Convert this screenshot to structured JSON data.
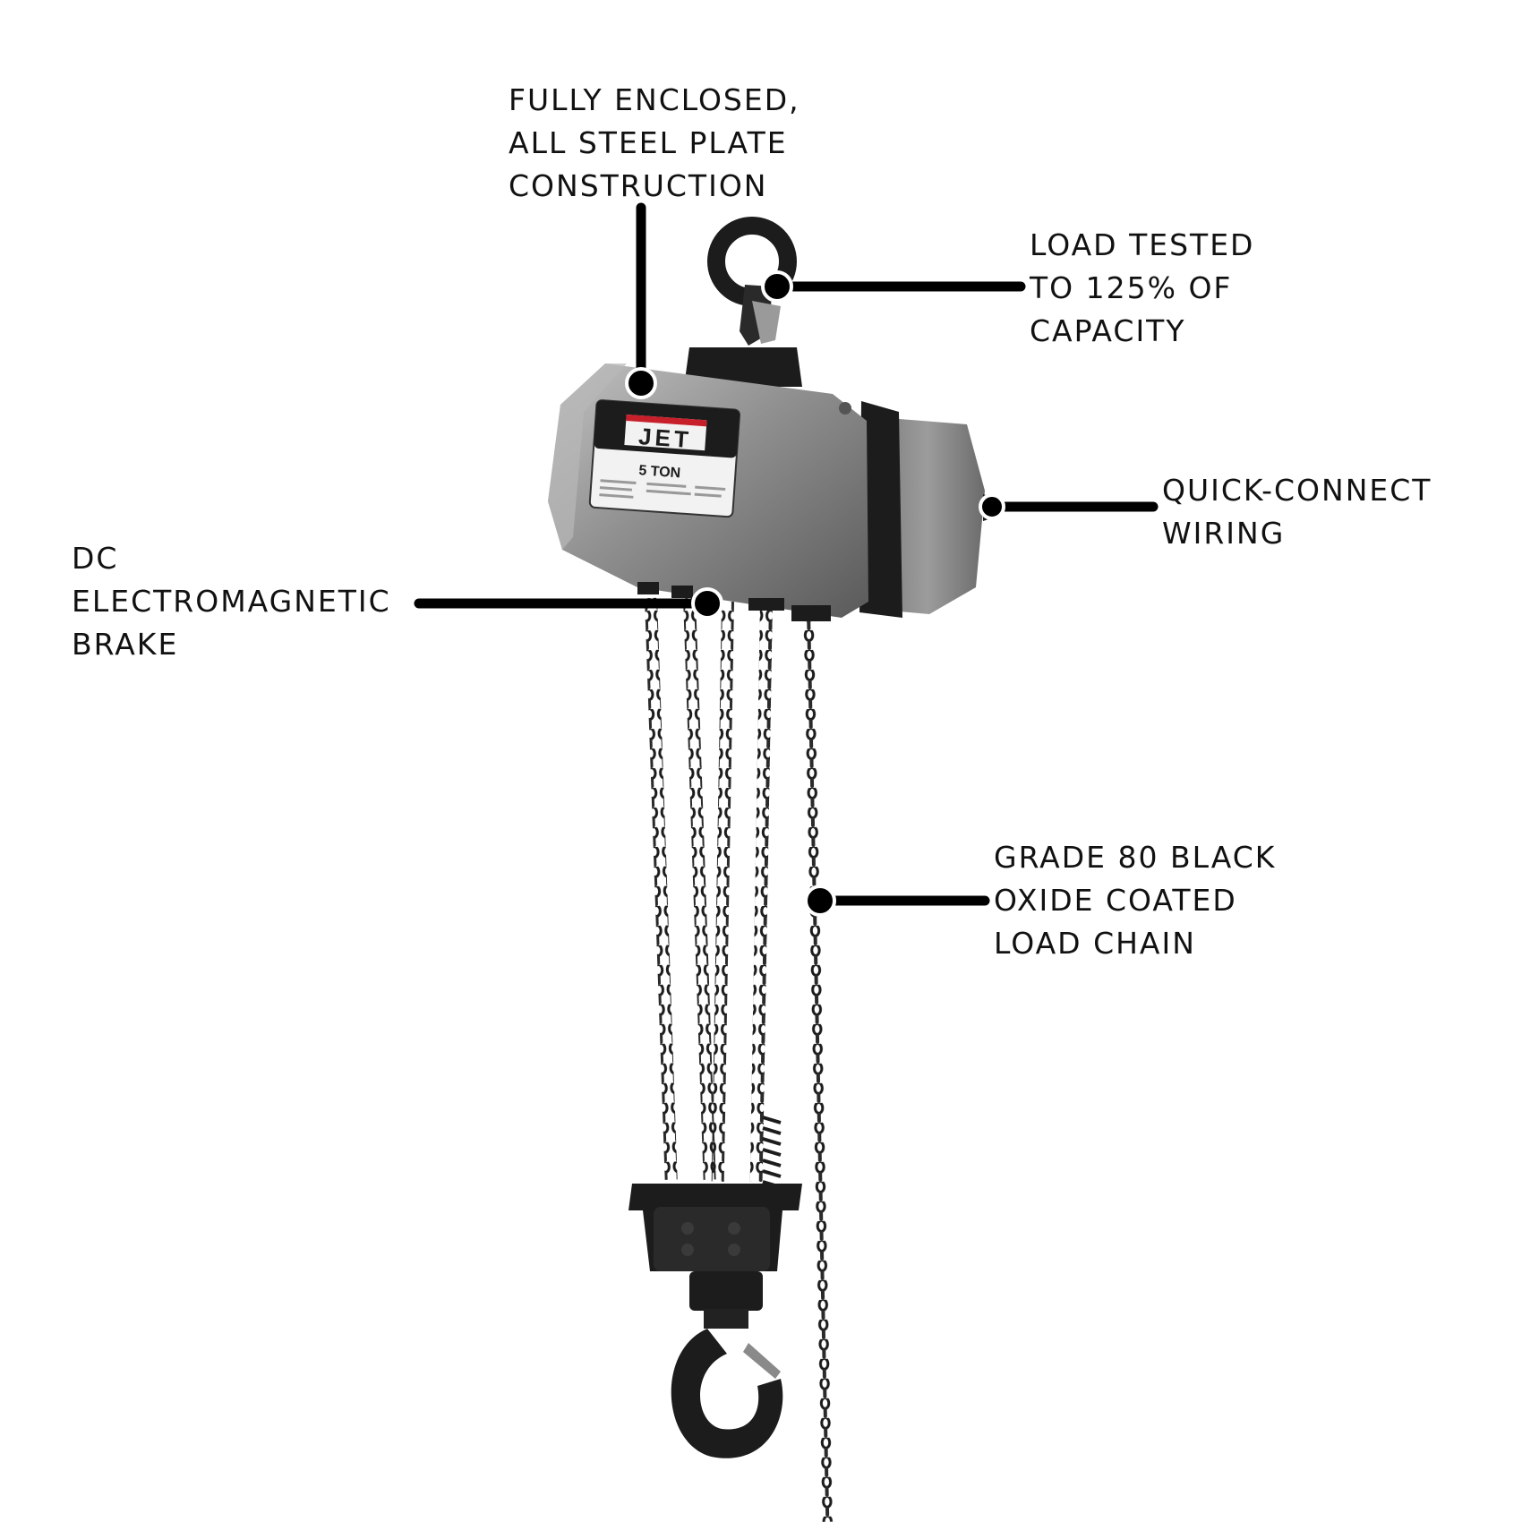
{
  "brand": {
    "logo_text": "JET",
    "capacity_plate": "5 TON",
    "accent_color": "#c8202a"
  },
  "colors": {
    "housing": "#8f8f8f",
    "housing_light": "#b3b3b3",
    "housing_dark": "#5e5e5e",
    "iron": "#1c1c1c",
    "leader": "#000000"
  },
  "callouts": {
    "enclosed": [
      "FULLY ENCLOSED,",
      "ALL STEEL PLATE",
      "CONSTRUCTION"
    ],
    "tested": [
      "LOAD TESTED",
      "TO 125% OF",
      "CAPACITY"
    ],
    "wiring": [
      "QUICK-CONNECT",
      "WIRING"
    ],
    "brake": [
      "DC",
      "ELECTROMAGNETIC",
      "BRAKE"
    ],
    "chain": [
      "GRADE 80 BLACK",
      "OXIDE COATED",
      "LOAD CHAIN"
    ]
  }
}
